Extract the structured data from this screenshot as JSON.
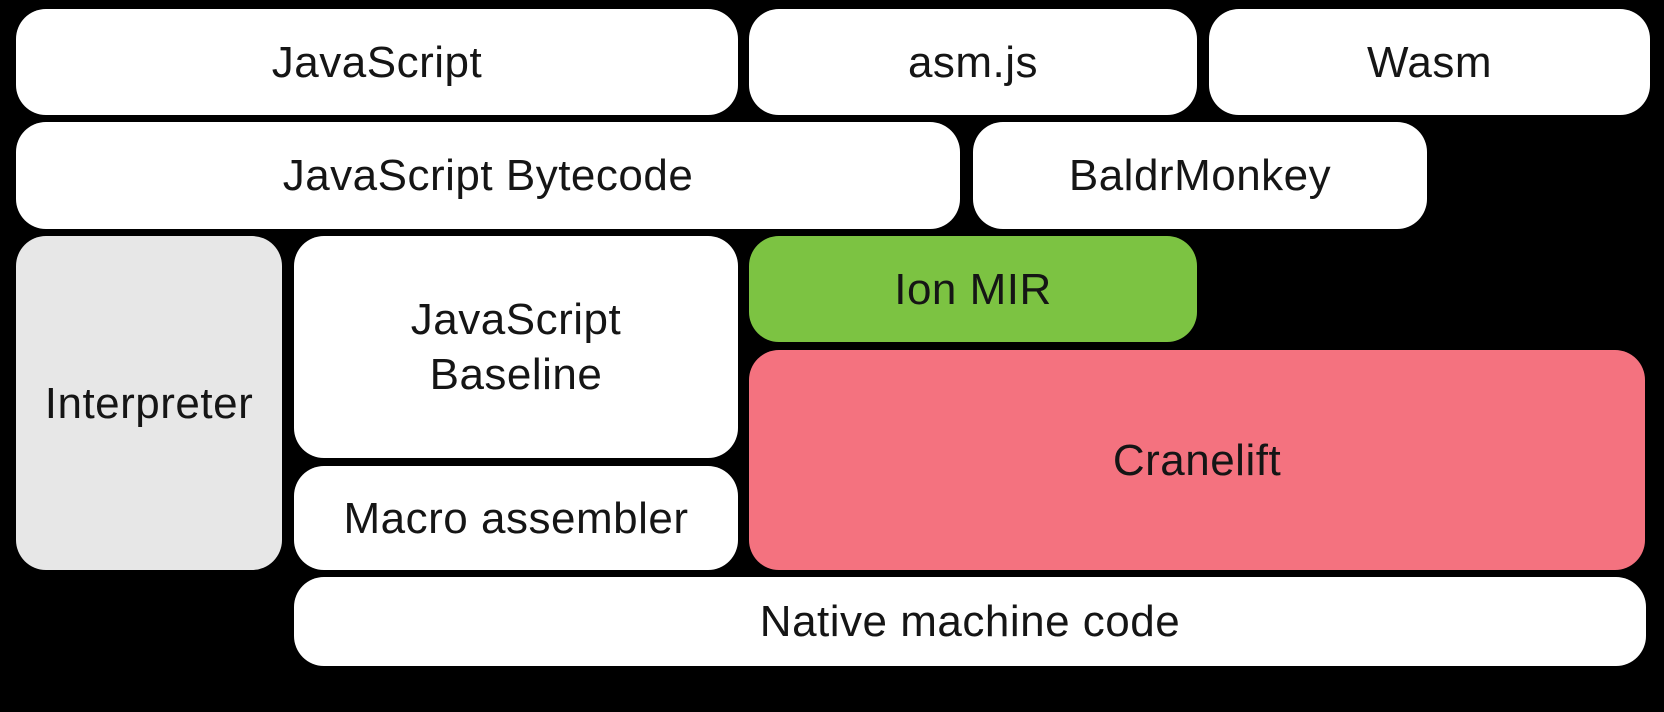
{
  "diagram": {
    "background_color": "#000000",
    "text_color": "#151515",
    "colors": {
      "default_box": "#ffffff",
      "interpreter_box": "#e7e7e7",
      "ion_mir_box": "#7cc342",
      "cranelift_box": "#f4727f"
    },
    "nodes": {
      "javascript": {
        "label": "JavaScript"
      },
      "asmjs": {
        "label": "asm.js"
      },
      "wasm": {
        "label": "Wasm"
      },
      "javascript_bytecode": {
        "label": "JavaScript Bytecode"
      },
      "baldrmonkey": {
        "label": "BaldrMonkey"
      },
      "interpreter": {
        "label": "Interpreter"
      },
      "javascript_baseline": {
        "label": "JavaScript\nBaseline"
      },
      "ion_mir": {
        "label": "Ion MIR"
      },
      "cranelift": {
        "label": "Cranelift"
      },
      "macro_assembler": {
        "label": "Macro assembler"
      },
      "native_machine_code": {
        "label": "Native machine code"
      }
    }
  }
}
